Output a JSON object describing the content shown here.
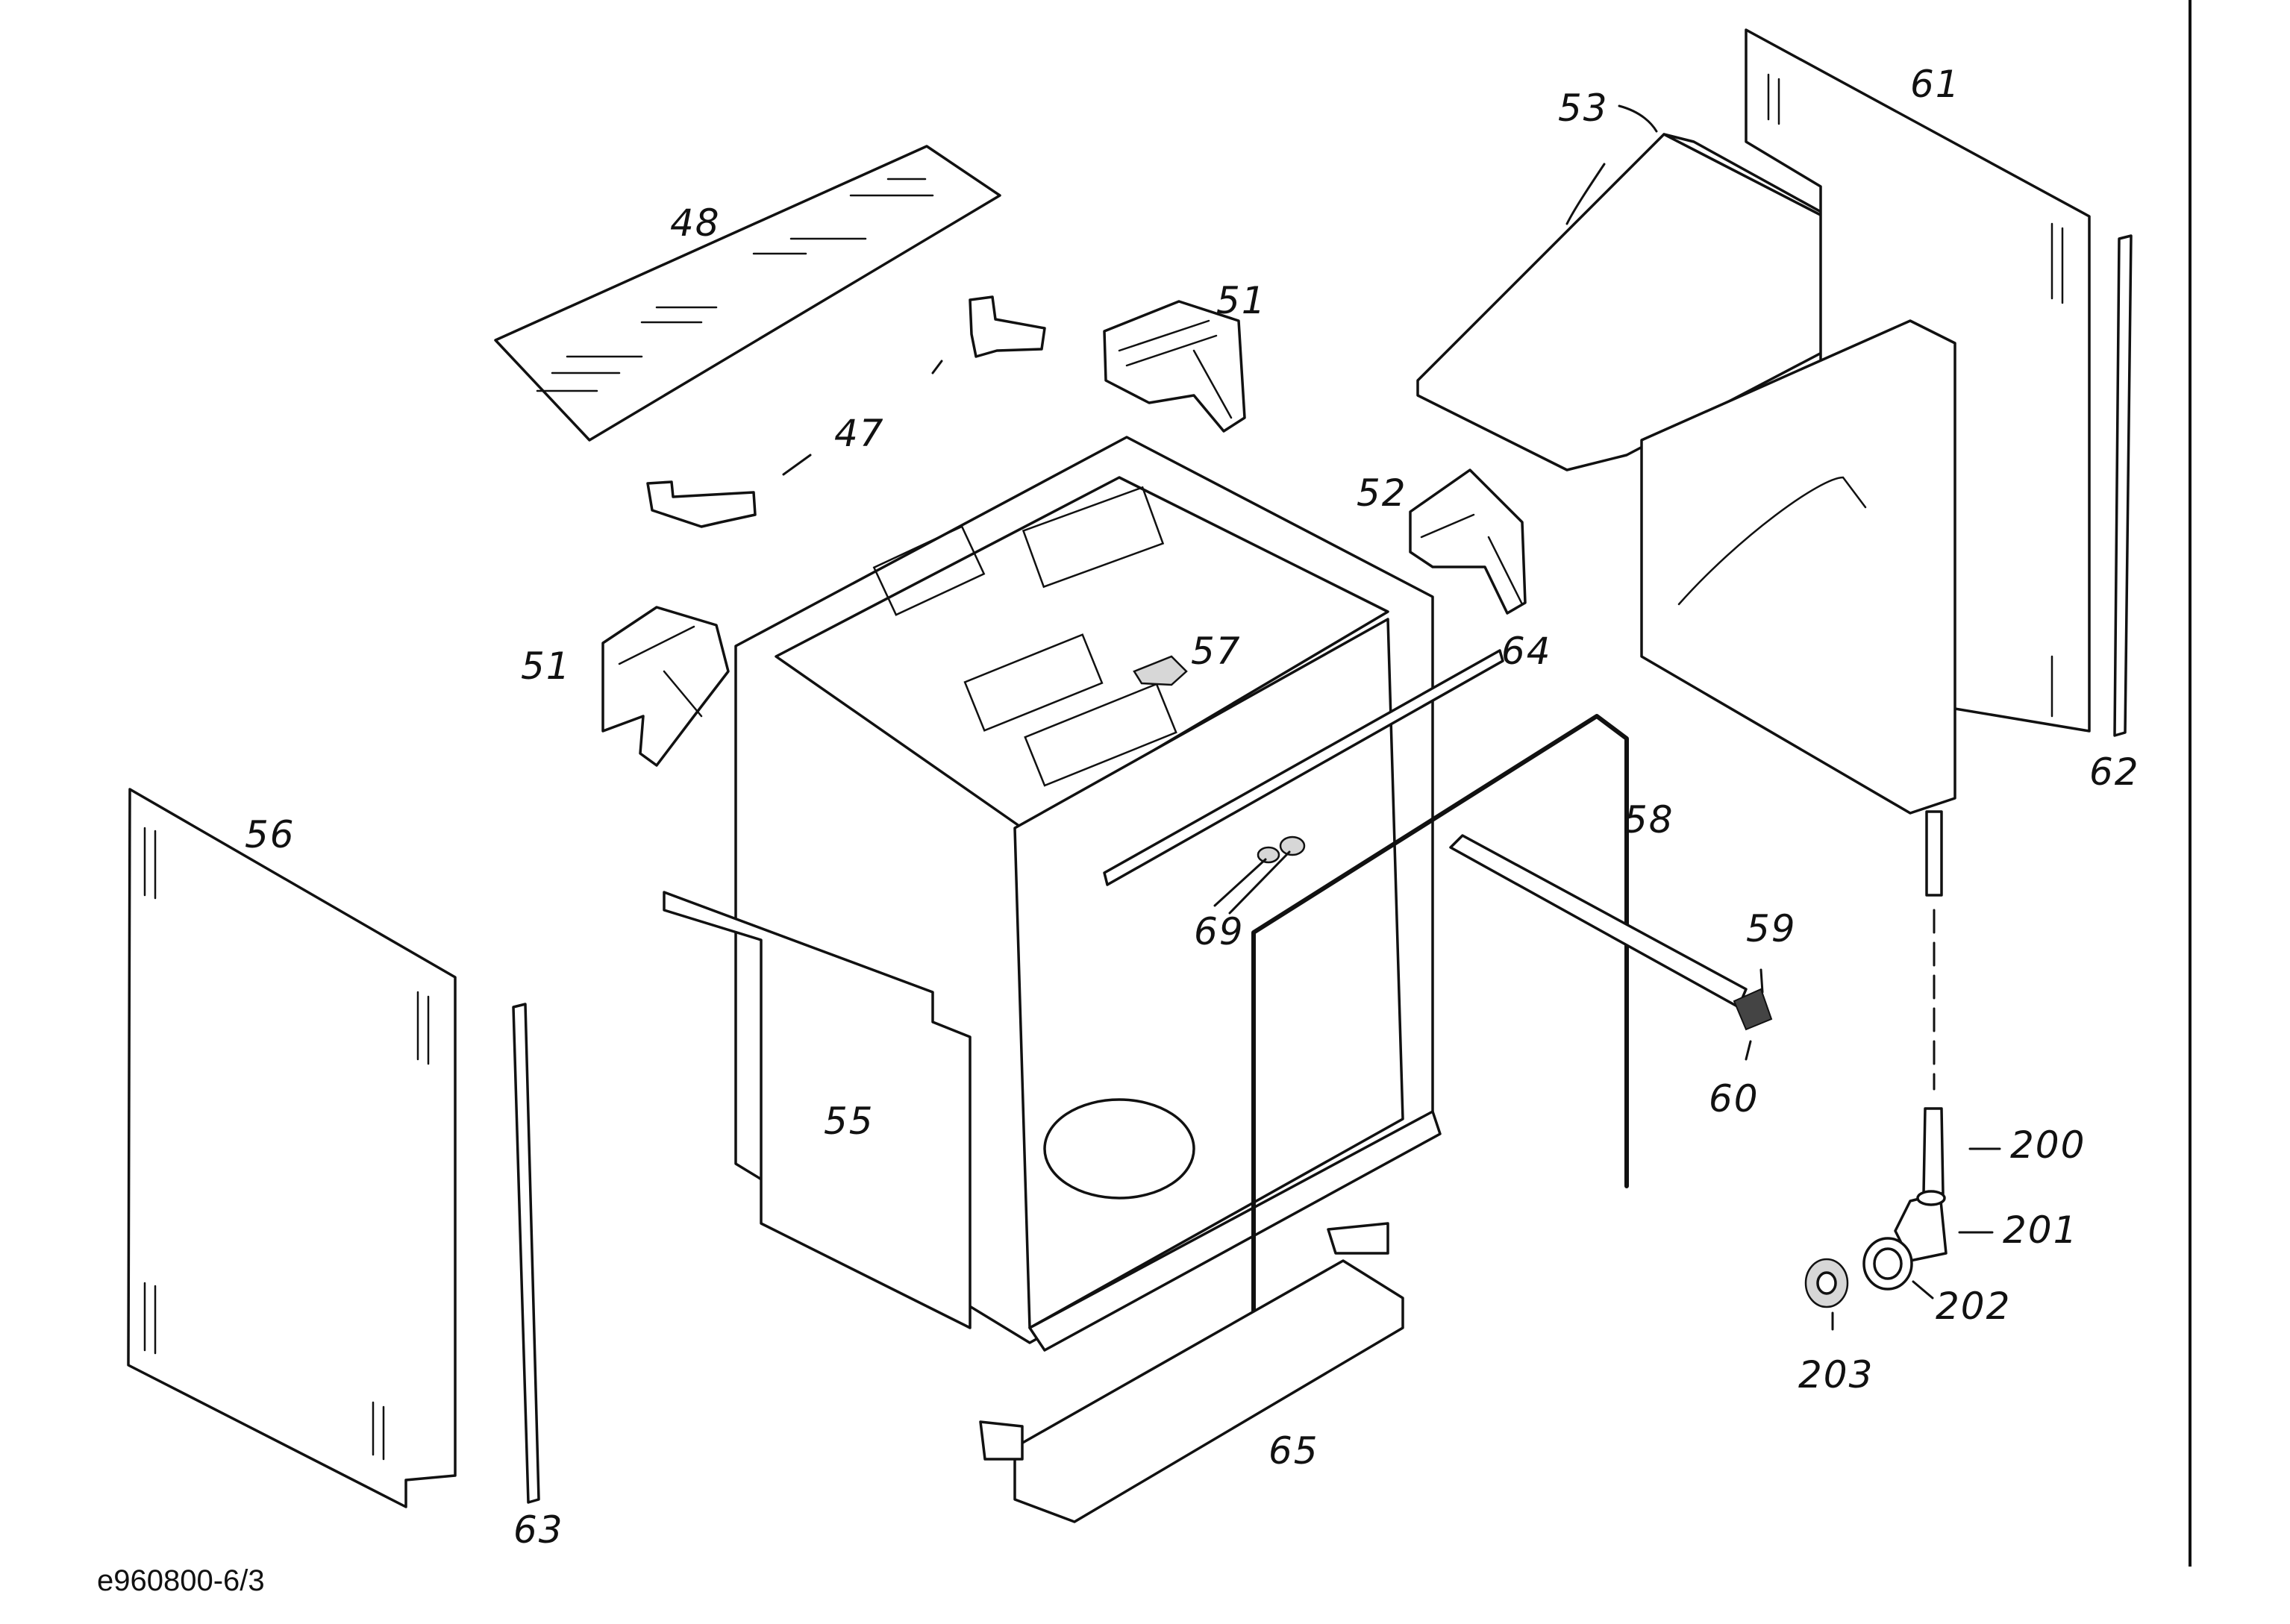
{
  "document_id": "e960800-6/3",
  "callouts": {
    "p47": "47",
    "p48": "48",
    "p51a": "51",
    "p51b": "51",
    "p52": "52",
    "p53": "53",
    "p55": "55",
    "p56": "56",
    "p57": "57",
    "p58": "58",
    "p59": "59",
    "p60": "60",
    "p61": "61",
    "p62": "62",
    "p63": "63",
    "p64": "64",
    "p65": "65",
    "p69": "69",
    "p200": "200",
    "p201": "201",
    "p202": "202",
    "p203": "203"
  }
}
